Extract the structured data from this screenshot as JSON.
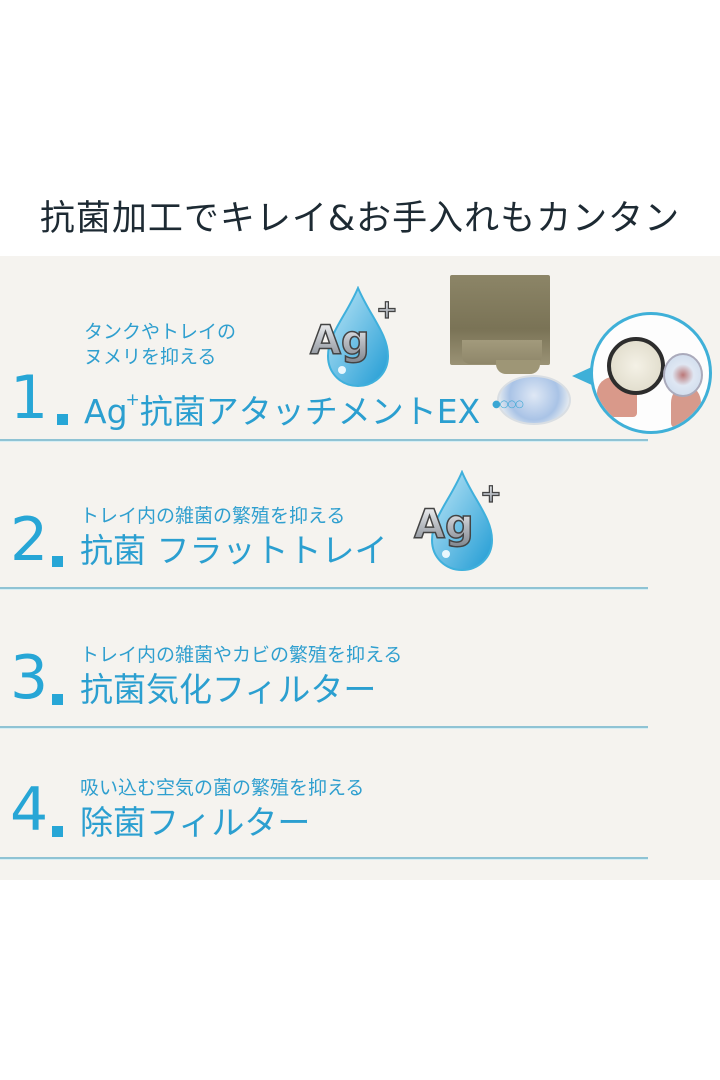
{
  "headline": "抗菌加工でキレイ&お手入れもカンタン",
  "colors": {
    "accent": "#27a6d6",
    "headline": "#1d2a33",
    "panel_bg": "#f5f3ef",
    "divider": "#8fc3d4"
  },
  "features": [
    {
      "number": "1",
      "subtitle_line1": "タンクやトレイの",
      "subtitle_line2": "ヌメリを抑える",
      "title_prefix": "Ag",
      "title_sup": "+",
      "title": "抗菌アタッチメントEX",
      "badge": "Ag+"
    },
    {
      "number": "2",
      "subtitle": "トレイ内の雑菌の繁殖を抑える",
      "title": "抗菌 フラットトレイ",
      "badge": "Ag+"
    },
    {
      "number": "3",
      "subtitle": "トレイ内の雑菌やカビの繁殖を抑える",
      "title": "抗菌気化フィルター"
    },
    {
      "number": "4",
      "subtitle": "吸い込む空気の菌の繁殖を抑える",
      "title": "除菌フィルター"
    }
  ],
  "icons": {
    "ag_badge": "silver-ion-droplet-icon",
    "photo": "attachment-product-photo"
  }
}
